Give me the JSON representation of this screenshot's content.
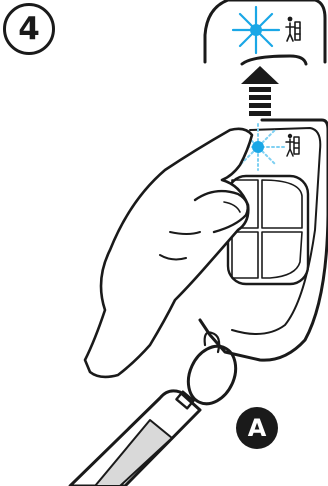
{
  "step": {
    "number": "4"
  },
  "callout": {
    "label": "A"
  },
  "colors": {
    "outline": "#1a1a1a",
    "led_light": "#1aa7e6",
    "led_glow": "#7fd0f2",
    "arrow": "#1a1a1a",
    "tag_fill": "#d9d9d9"
  },
  "icons": {
    "step_badge": "circled-number",
    "led": "light-burst-icon",
    "arrow": "up-arrow-icon",
    "pictogram": "person-gate-icon",
    "hand": "hand-icon",
    "remote": "remote-control-icon",
    "key_tag": "key-tag-icon"
  }
}
